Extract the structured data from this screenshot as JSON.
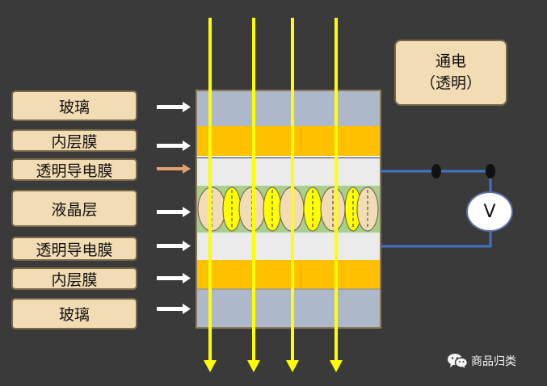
{
  "layers": [
    {
      "label": "玻璃"
    },
    {
      "label": "内层膜"
    },
    {
      "label": "透明导电膜"
    },
    {
      "label": "液晶层"
    },
    {
      "label": "透明导电膜"
    },
    {
      "label": "内层膜"
    },
    {
      "label": "玻璃"
    }
  ],
  "status": {
    "line1": "通电",
    "line2": "（透明）"
  },
  "voltmeter": {
    "symbol": "V"
  },
  "watermark": {
    "text": "商品归类",
    "icon": "wechat-icon"
  },
  "colors": {
    "background": "#3a3a3a",
    "glass": "#adb9ca",
    "inner_film": "#ffc000",
    "conductive_film": "#ebebeb",
    "light_ray": "#ffff00",
    "label_fill": "#f2dcb4",
    "wire": "#4472c4"
  }
}
